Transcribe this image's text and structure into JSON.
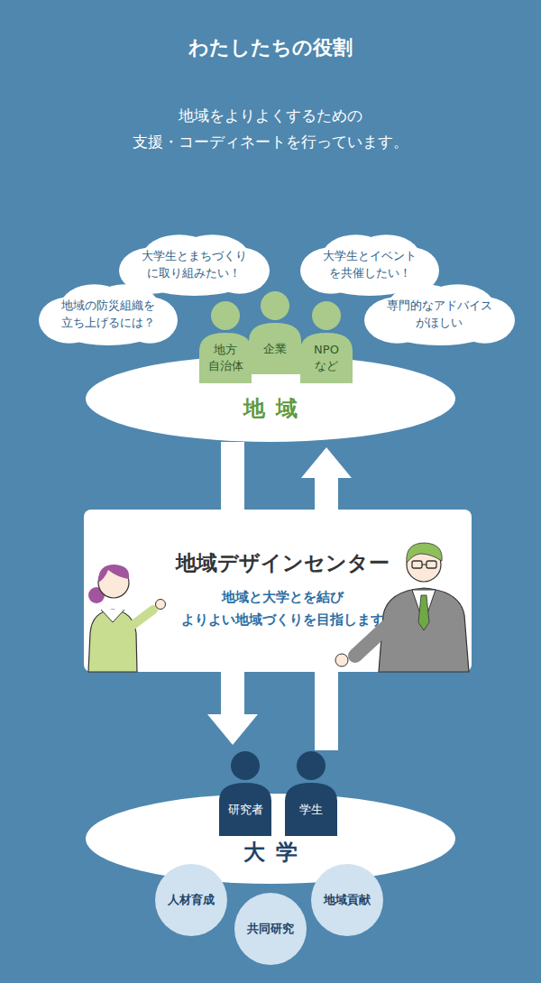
{
  "diagram": {
    "title": "わたしたちの役割",
    "nodes": [
      {
        "text": [
          "大学生とまちづくり に取り組みたい！"
        ]
      },
      {
        "text": [
          "大学生とイベント を共催したい！"
        ]
      },
      {
        "text": [
          "地域の防災組織を 立ち上げるには？"
        ]
      },
      {
        "text": [
          "専門的なアドバイス がほしい"
        ]
      },
      {
        "text": [
          "地域"
        ]
      },
      {
        "text": [
          "地方 自治体"
        ],
        "in": 4
      },
      {
        "text": [
          "企業"
        ],
        "in": 4
      },
      {
        "text": [
          "NPO など"
        ],
        "in": 4
      },
      {
        "text": [
          "地域デザインセンター",
          "地域と大学とを結び よりよい地域づくりを目指します"
        ]
      },
      {
        "text": [
          "大学"
        ]
      },
      {
        "text": [
          "研究者"
        ],
        "in": 9
      },
      {
        "text": [
          "学生"
        ],
        "in": 9
      },
      {
        "text": [
          "人材育成"
        ],
        "in": 9
      },
      {
        "text": [
          "共同研究"
        ],
        "in": 9
      },
      {
        "text": [
          "地域貢献"
        ],
        "in": 9
      }
    ],
    "edges": [
      {
        "from": 4,
        "to": 8,
        "arrow": "none"
      },
      {
        "from": 8,
        "to": 4,
        "arrow": "to"
      },
      {
        "from": 8,
        "to": 9,
        "arrow": "to"
      },
      {
        "from": 9,
        "to": 8,
        "arrow": "none"
      }
    ],
    "labels": [
      "地域をよりよくするための 支援・コーディネートを行っています。"
    ]
  }
}
